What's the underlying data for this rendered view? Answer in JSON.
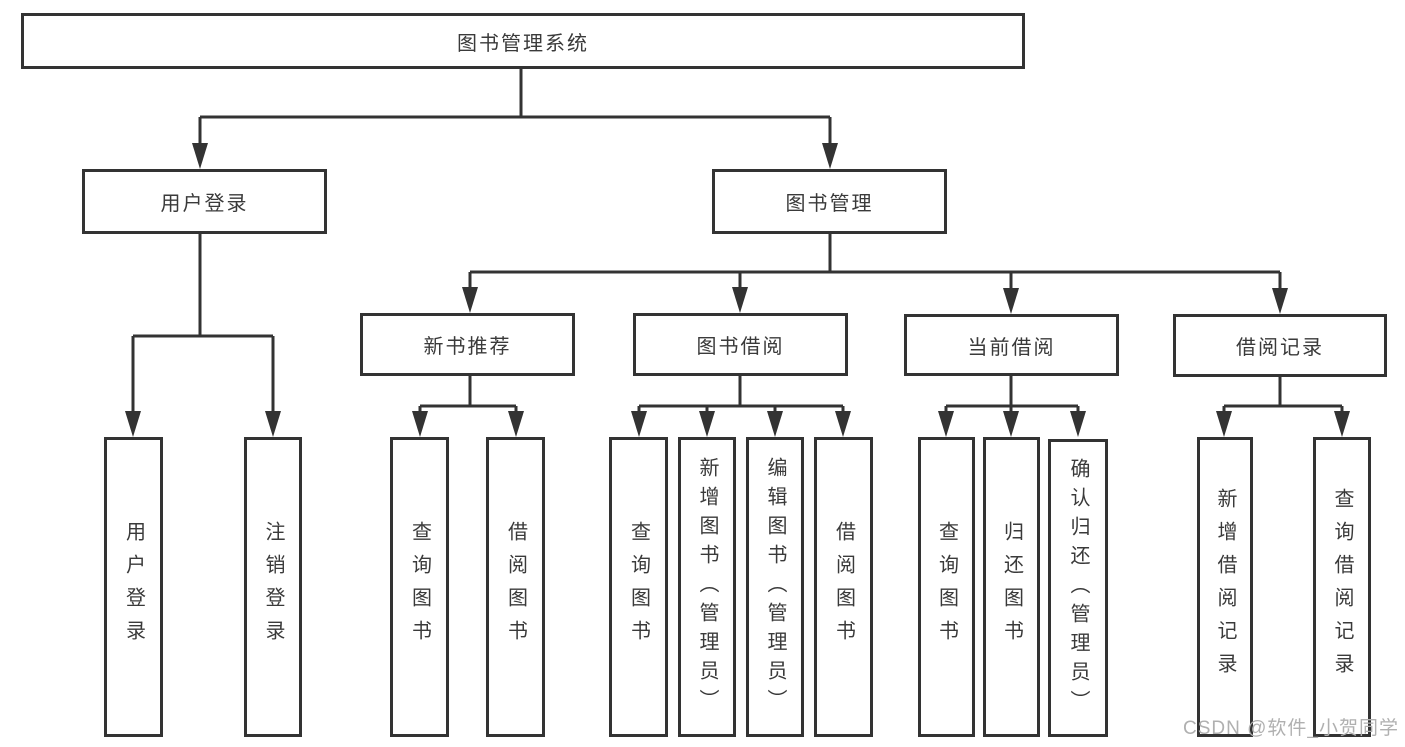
{
  "nodes": {
    "root": "图书管理系统",
    "user_login": "用户登录",
    "book_mgmt": "图书管理",
    "new_book_rec": "新书推荐",
    "book_borrow": "图书借阅",
    "current_borrow": "当前借阅",
    "borrow_record": "借阅记录",
    "leaf_user_login": "用户登录",
    "leaf_logout": "注销登录",
    "nb_query_book": "查询图书",
    "nb_borrow_book": "借阅图书",
    "bb_query_book": "查询图书",
    "bb_add_book": "新增图书（管理员）",
    "bb_edit_book": "编辑图书（管理员）",
    "bb_borrow_book": "借阅图书",
    "cb_query_book": "查询图书",
    "cb_return_book": "归还图书",
    "cb_confirm_return": "确认归还（管理员）",
    "br_add_record": "新增借阅记录",
    "br_query_record": "查询借阅记录"
  },
  "hierarchy": {
    "图书管理系统": {
      "用户登录": [
        "用户登录",
        "注销登录"
      ],
      "图书管理": {
        "新书推荐": [
          "查询图书",
          "借阅图书"
        ],
        "图书借阅": [
          "查询图书",
          "新增图书（管理员）",
          "编辑图书（管理员）",
          "借阅图书"
        ],
        "当前借阅": [
          "查询图书",
          "归还图书",
          "确认归还（管理员）"
        ],
        "借阅记录": [
          "新增借阅记录",
          "查询借阅记录"
        ]
      }
    }
  },
  "watermark": {
    "text": "CSDN @软件_小贺同学"
  },
  "colors": {
    "line": "#333333",
    "box_border": "#333333",
    "box_background": "#ffffff",
    "text": "#3a3a3a",
    "watermark": "#b0b0b0",
    "page_background": "#ffffff"
  }
}
